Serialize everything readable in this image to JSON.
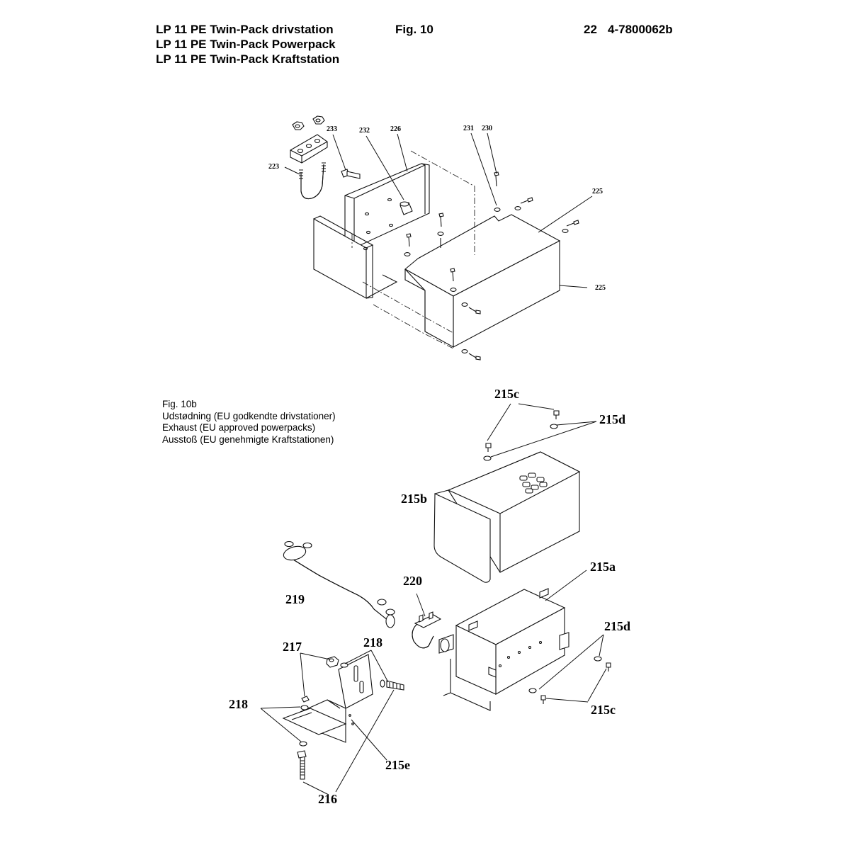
{
  "header": {
    "line1": "LP 11 PE Twin-Pack drivstation",
    "line2": "LP 11 PE Twin-Pack Powerpack",
    "line3": "LP 11 PE Twin-Pack Kraftstation",
    "figure": "Fig. 10",
    "page": "22",
    "doc_number": "4-7800062b"
  },
  "caption": {
    "fig": "Fig. 10b",
    "danish": "Udstødning (EU godkendte drivstationer)",
    "english": "Exhaust (EU approved powerpacks)",
    "german": "Ausstoß (EU genehmigte Kraftstationen)"
  },
  "labels_top": {
    "l223": "223",
    "l233": "233",
    "l232": "232",
    "l226": "226",
    "l231": "231",
    "l230": "230",
    "l225a": "225",
    "l225b": "225"
  },
  "labels_bottom": {
    "l215c_top": "215c",
    "l215d_top": "215d",
    "l215b": "215b",
    "l215a": "215a",
    "l219": "219",
    "l220": "220",
    "l215d_right": "215d",
    "l215c_right": "215c",
    "l217": "217",
    "l218_right": "218",
    "l218_left": "218",
    "l215e": "215e",
    "l216": "216"
  }
}
